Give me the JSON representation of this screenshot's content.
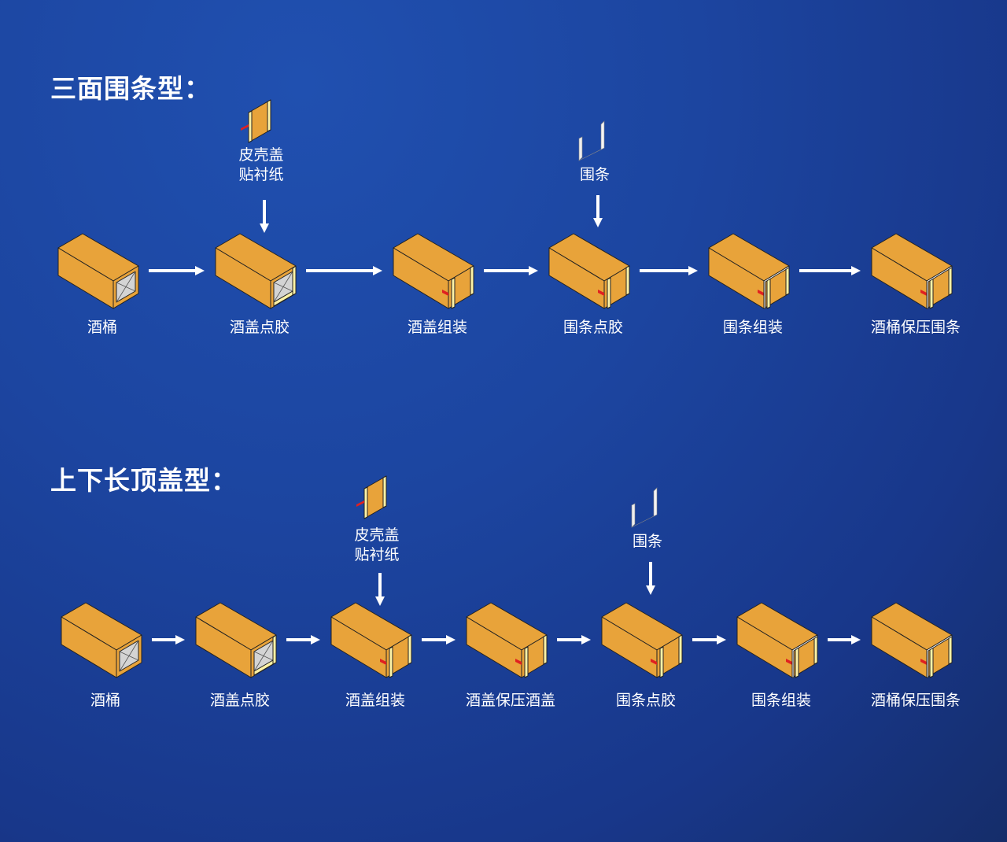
{
  "sections": [
    {
      "title": "三面围条型：",
      "steps": [
        {
          "label": "酒桶",
          "variant": "open"
        },
        {
          "label": "酒盖点胶",
          "variant": "open-glue"
        },
        {
          "label": "酒盖组装",
          "variant": "closed"
        },
        {
          "label": "围条点胶",
          "variant": "closed"
        },
        {
          "label": "围条组装",
          "variant": "wrapped"
        },
        {
          "label": "酒桶保压围条",
          "variant": "wrapped"
        }
      ],
      "inputs": [
        {
          "label_lines": [
            "皮壳盖",
            "贴衬纸"
          ],
          "icon": "lid-panel-icon",
          "target_step": 1
        },
        {
          "label_lines": [
            "围条"
          ],
          "icon": "wrap-strip-icon",
          "target_step": 3
        }
      ]
    },
    {
      "title": "上下长顶盖型：",
      "steps": [
        {
          "label": "酒桶",
          "variant": "open"
        },
        {
          "label": "酒盖点胶",
          "variant": "open-glue"
        },
        {
          "label": "酒盖组装",
          "variant": "closed"
        },
        {
          "label": "酒盖保压酒盖",
          "variant": "closed"
        },
        {
          "label": "围条点胶",
          "variant": "closed"
        },
        {
          "label": "围条组装",
          "variant": "wrapped"
        },
        {
          "label": "酒桶保压围条",
          "variant": "wrapped"
        }
      ],
      "inputs": [
        {
          "label_lines": [
            "皮壳盖",
            "贴衬纸"
          ],
          "icon": "lid-panel-icon",
          "target_step": 2
        },
        {
          "label_lines": [
            "围条"
          ],
          "icon": "wrap-strip-icon",
          "target_step": 4
        }
      ]
    }
  ],
  "colors": {
    "box": "#e8a33a",
    "rim": "#fdf2a6",
    "glue": "#e02020",
    "interior": "#d4d4d4"
  }
}
